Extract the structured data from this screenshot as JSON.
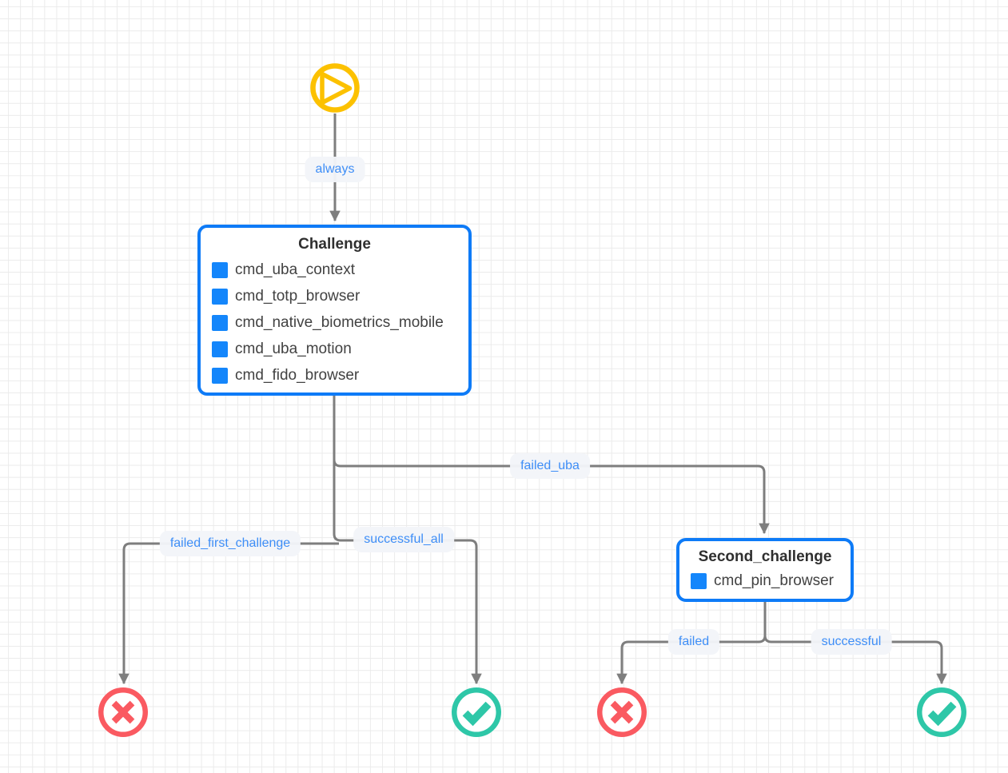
{
  "diagram": {
    "nodes": {
      "start": {
        "icon": "play-start-icon",
        "color": "#fcc100"
      },
      "challenge": {
        "title": "Challenge",
        "items": [
          "cmd_uba_context",
          "cmd_totp_browser",
          "cmd_native_biometrics_mobile",
          "cmd_uba_motion",
          "cmd_fido_browser"
        ]
      },
      "second_challenge": {
        "title": "Second_challenge",
        "items": [
          "cmd_pin_browser"
        ]
      },
      "end_fail_left": {
        "icon": "fail-cross-icon",
        "color": "#fa5a61"
      },
      "end_success_left": {
        "icon": "success-check-icon",
        "color": "#2ec7a8"
      },
      "end_fail_right": {
        "icon": "fail-cross-icon",
        "color": "#fa5a61"
      },
      "end_success_right": {
        "icon": "success-check-icon",
        "color": "#2ec7a8"
      }
    },
    "edges": {
      "always": "always",
      "failed_uba": "failed_uba",
      "failed_first_challenge": "failed_first_challenge",
      "successful_all": "successful_all",
      "failed": "failed",
      "successful": "successful"
    },
    "colors": {
      "node_border": "#0e7bf7",
      "item_square": "#1486fb",
      "edge_line": "#7e7e7e",
      "edge_label_text": "#3e8ef7",
      "edge_label_bg": "#f3f5f9",
      "start_yellow": "#fcc100",
      "fail_red": "#fa5a61",
      "success_teal": "#2ec7a8",
      "grid_line": "#ebebeb"
    }
  }
}
